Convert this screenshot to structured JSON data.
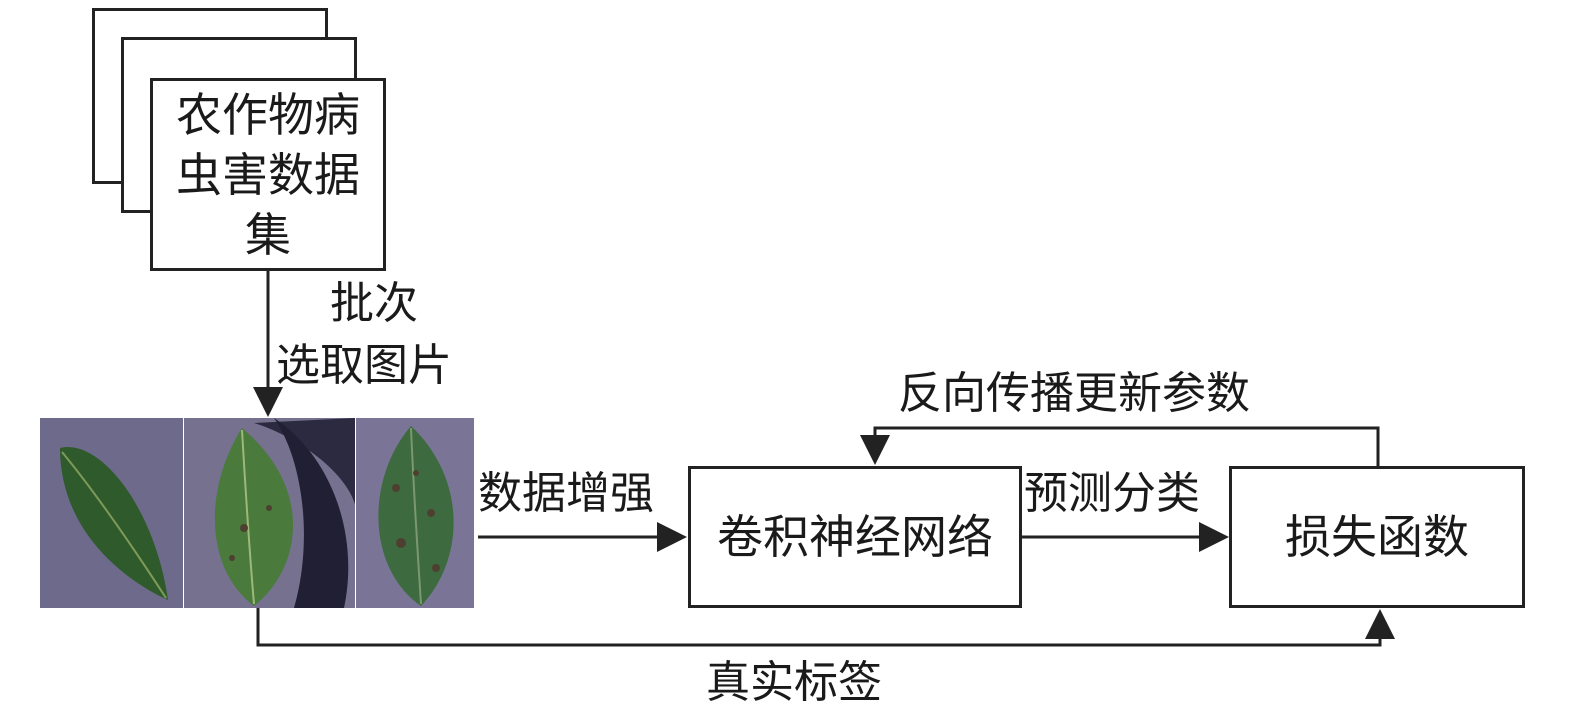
{
  "dataset": {
    "label": "农作物病虫害数据集"
  },
  "edges": {
    "batch_line1": "批次",
    "batch_line2": "选取图片",
    "augment": "数据增强",
    "predict": "预测分类",
    "backprop": "反向传播更新参数",
    "true_label": "真实标签"
  },
  "nodes": {
    "cnn": "卷积神经网络",
    "loss": "损失函数"
  },
  "colors": {
    "line": "#222222",
    "panel_bg": "#6f6a8f",
    "leaf_dark": "#2f5a2c",
    "leaf_mid": "#3f6e36",
    "leaf_spot": "#4e4030"
  },
  "icons": [
    "leaf-healthy-image",
    "leaf-spotted-image",
    "leaf-diseased-image"
  ]
}
